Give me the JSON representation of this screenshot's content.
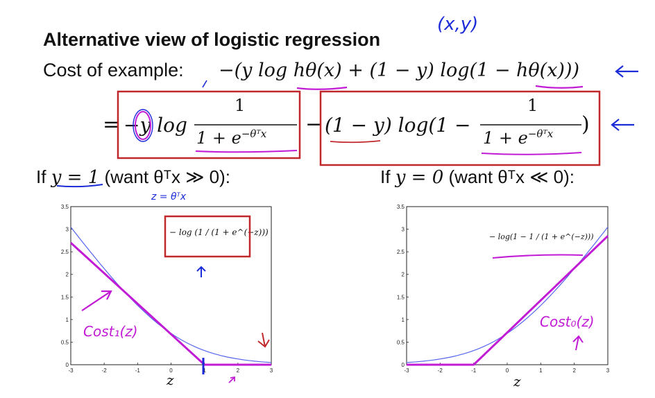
{
  "slide": {
    "title": "Alternative view of logistic regression",
    "cost_label": "Cost of example:",
    "cost_expr": "−(y log hθ(x) + (1 − y) log(1 − hθ(x)))",
    "expanded": {
      "eq": "=",
      "term1_prefix": "−y log",
      "frac_num": "1",
      "frac_den": "1 + e",
      "frac_exp": "−θᵀx",
      "minus": "−",
      "term2_prefix": "(1 − y) log(1 −",
      "term2_suffix": ")"
    },
    "left_cond": {
      "if": "If",
      "y_eq": "y = 1",
      "want": "(want θᵀx ≫ 0):"
    },
    "right_cond": {
      "if": "If",
      "y_eq": "y = 0",
      "want": "(want θᵀx ≪ 0):"
    }
  },
  "annotations": {
    "xy": "(x,y)",
    "z_def": "z = θᵀx",
    "cost1": "Cost₁(z)",
    "cost0": "Cost₀(z)"
  },
  "plots": {
    "left_formula": "− log (1 / (1 + e^(−z)))",
    "right_formula": "− log(1 − 1 / (1 + e^(−z)))",
    "xlabel": "z"
  },
  "colors": {
    "ink_blue": "#1c2bd8",
    "ink_magenta": "#c21bd6",
    "box_red": "#c0282b",
    "curve_blue": "#5566ee",
    "curve_magenta": "#c21bd6"
  },
  "chart_data": [
    {
      "type": "line",
      "title": "",
      "xlabel": "z",
      "ylabel": "",
      "xlim": [
        -3,
        3
      ],
      "ylim": [
        0,
        3.5
      ],
      "x_ticks": [
        "-3",
        "-2",
        "-1",
        "0",
        "1",
        "2",
        "3"
      ],
      "y_ticks": [
        "0",
        "0.5",
        "1",
        "1.5",
        "2",
        "2.5",
        "3",
        "3.5"
      ],
      "series": [
        {
          "name": "",
          "x": [
            -3,
            -2.5,
            -2,
            -1.5,
            -1,
            -0.5,
            0,
            0.5,
            1,
            1.5,
            2,
            2.5,
            3
          ],
          "y": [
            3.049,
            2.579,
            2.127,
            1.701,
            1.313,
            0.974,
            0.693,
            0.474,
            0.313,
            0.201,
            0.127,
            0.079,
            0.049
          ]
        },
        {
          "name": "",
          "x": [
            -3,
            1,
            3
          ],
          "y": [
            2.7,
            0,
            0
          ]
        }
      ]
    },
    {
      "type": "line",
      "title": "",
      "xlabel": "z",
      "ylabel": "",
      "xlim": [
        -3,
        3
      ],
      "ylim": [
        0,
        3.5
      ],
      "x_ticks": [
        "-3",
        "-2",
        "-1",
        "0",
        "1",
        "2",
        "3"
      ],
      "y_ticks": [
        "0",
        "0.5",
        "1",
        "1.5",
        "2",
        "2.5",
        "3",
        "3.5"
      ],
      "series": [
        {
          "name": "",
          "x": [
            -3,
            -2.5,
            -2,
            -1.5,
            -1,
            -0.5,
            0,
            0.5,
            1,
            1.5,
            2,
            2.5,
            3
          ],
          "y": [
            0.049,
            0.079,
            0.127,
            0.201,
            0.313,
            0.474,
            0.693,
            0.974,
            1.313,
            1.701,
            2.127,
            2.579,
            3.049
          ]
        },
        {
          "name": "",
          "x": [
            -3,
            -1,
            3
          ],
          "y": [
            0,
            0,
            2.85
          ]
        }
      ]
    }
  ]
}
